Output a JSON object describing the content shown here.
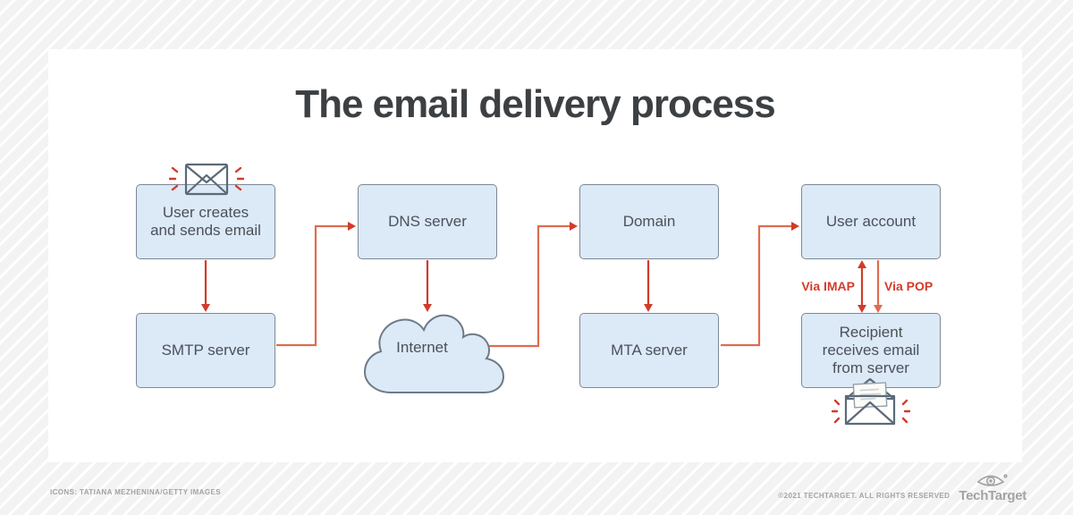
{
  "title": "The email delivery process",
  "diagram": {
    "nodes": [
      {
        "id": "user-creates",
        "label": "User creates and sends email"
      },
      {
        "id": "smtp",
        "label": "SMTP server"
      },
      {
        "id": "dns",
        "label": "DNS server"
      },
      {
        "id": "internet",
        "label": "Internet"
      },
      {
        "id": "domain",
        "label": "Domain"
      },
      {
        "id": "mta",
        "label": "MTA server"
      },
      {
        "id": "user-account",
        "label": "User account"
      },
      {
        "id": "recipient",
        "label": "Recipient receives email from server"
      }
    ],
    "edges": [
      {
        "from": "user-creates",
        "to": "smtp"
      },
      {
        "from": "smtp",
        "to": "dns"
      },
      {
        "from": "dns",
        "to": "internet"
      },
      {
        "from": "internet",
        "to": "domain"
      },
      {
        "from": "domain",
        "to": "mta"
      },
      {
        "from": "mta",
        "to": "user-account"
      },
      {
        "from": "user-account",
        "to": "recipient",
        "label": "Via IMAP",
        "bidirectional": true
      },
      {
        "from": "user-account",
        "to": "recipient",
        "label": "Via POP"
      }
    ],
    "edge_labels": {
      "imap": "Via IMAP",
      "pop": "Via POP"
    },
    "icons": {
      "sender": "closed-envelope-icon",
      "internet": "cloud-icon",
      "recipient": "open-envelope-icon"
    }
  },
  "footer": {
    "credits": "ICONS: TATIANA MEZHENINA/GETTY IMAGES",
    "copyright": "©2021 TECHTARGET. ALL RIGHTS RESERVED",
    "brand": "TechTarget"
  },
  "colors": {
    "accent_red": "#d23b2b",
    "connector_salmon": "#de6c50",
    "node_fill": "#dce9f6",
    "node_border": "#7d8894",
    "title_text": "#3d4043",
    "node_text": "#4a515b",
    "footer_text": "#a1a3a5",
    "bg_stripe_base": "#f3f3f3"
  }
}
